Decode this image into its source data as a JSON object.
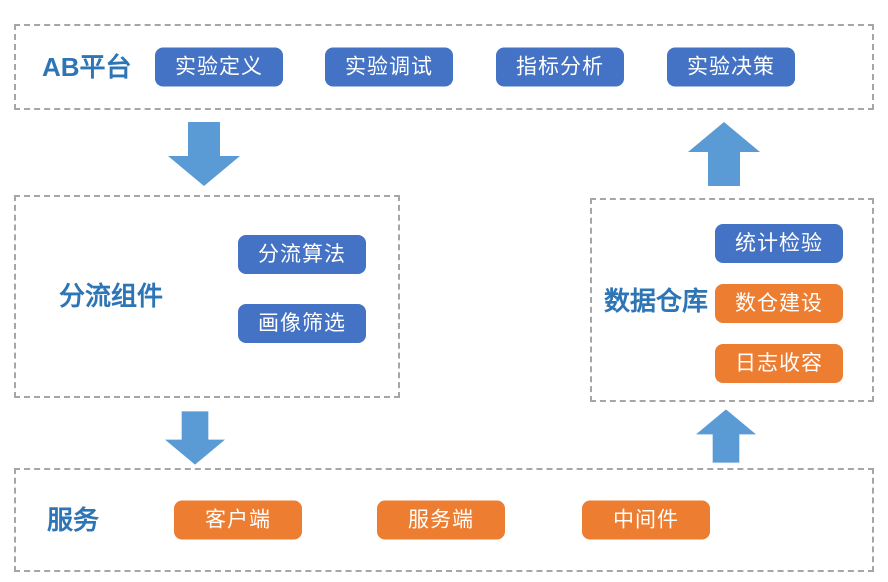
{
  "colors": {
    "background": "#FFFFFF",
    "button_blue": "#4472C4",
    "button_orange": "#ED7D31",
    "button_text": "#FFFFFF",
    "arrow_blue": "#5B9BD5",
    "label_blue": "#2E75B6",
    "panel_border": "#A6A6A6"
  },
  "groups": {
    "platform": {
      "label": "AB平台",
      "buttons": [
        {
          "label": "实验定义",
          "variant": "blue"
        },
        {
          "label": "实验调试",
          "variant": "blue"
        },
        {
          "label": "指标分析",
          "variant": "blue"
        },
        {
          "label": "实验决策",
          "variant": "blue"
        }
      ]
    },
    "traffic_split": {
      "label": "分流组件",
      "buttons": [
        {
          "label": "分流算法",
          "variant": "blue"
        },
        {
          "label": "画像筛选",
          "variant": "blue"
        }
      ]
    },
    "data_warehouse": {
      "label": "数据仓库",
      "buttons": [
        {
          "label": "统计检验",
          "variant": "blue"
        },
        {
          "label": "数仓建设",
          "variant": "orange"
        },
        {
          "label": "日志收容",
          "variant": "orange"
        }
      ]
    },
    "services": {
      "label": "服务",
      "buttons": [
        {
          "label": "客户端",
          "variant": "orange"
        },
        {
          "label": "服务端",
          "variant": "orange"
        },
        {
          "label": "中间件",
          "variant": "orange"
        }
      ]
    }
  },
  "arrows": [
    {
      "name": "platform-to-traffic-split",
      "direction": "down"
    },
    {
      "name": "data-warehouse-to-platform",
      "direction": "up"
    },
    {
      "name": "traffic-split-to-services",
      "direction": "down"
    },
    {
      "name": "services-to-data-warehouse",
      "direction": "up"
    }
  ]
}
